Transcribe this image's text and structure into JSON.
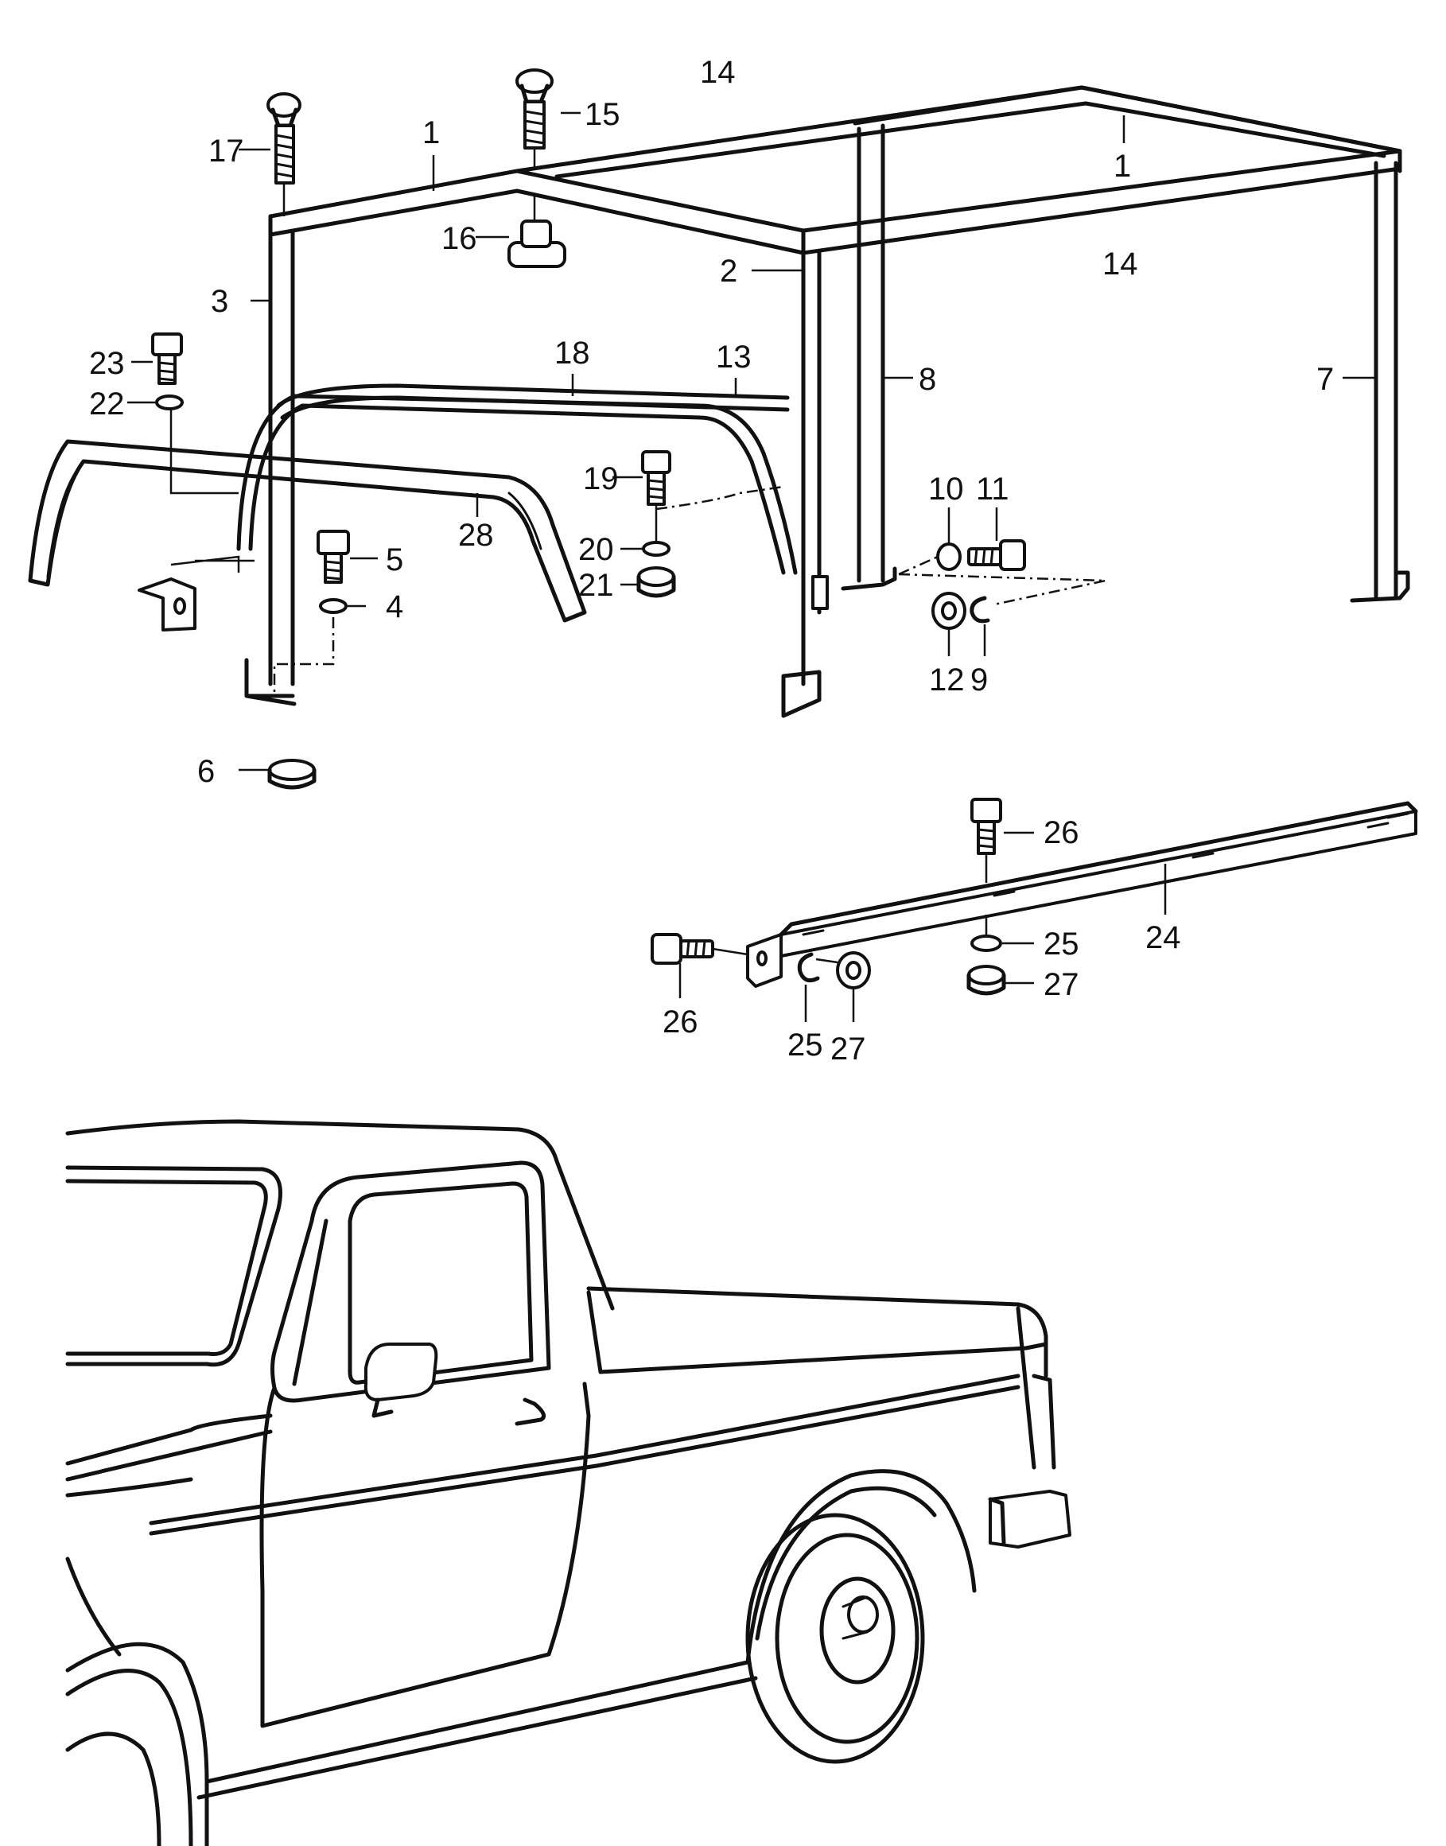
{
  "diagram": {
    "callouts": [
      {
        "id": "c1a",
        "text": "1"
      },
      {
        "id": "c1b",
        "text": "1"
      },
      {
        "id": "c2",
        "text": "2"
      },
      {
        "id": "c3",
        "text": "3"
      },
      {
        "id": "c4",
        "text": "4"
      },
      {
        "id": "c5",
        "text": "5"
      },
      {
        "id": "c6",
        "text": "6"
      },
      {
        "id": "c7",
        "text": "7"
      },
      {
        "id": "c8",
        "text": "8"
      },
      {
        "id": "c9",
        "text": "9"
      },
      {
        "id": "c10",
        "text": "10"
      },
      {
        "id": "c11",
        "text": "11"
      },
      {
        "id": "c12",
        "text": "12"
      },
      {
        "id": "c13",
        "text": "13"
      },
      {
        "id": "c14a",
        "text": "14"
      },
      {
        "id": "c14b",
        "text": "14"
      },
      {
        "id": "c15",
        "text": "15"
      },
      {
        "id": "c16",
        "text": "16"
      },
      {
        "id": "c17",
        "text": "17"
      },
      {
        "id": "c18",
        "text": "18"
      },
      {
        "id": "c19",
        "text": "19"
      },
      {
        "id": "c20",
        "text": "20"
      },
      {
        "id": "c21",
        "text": "21"
      },
      {
        "id": "c22",
        "text": "22"
      },
      {
        "id": "c23",
        "text": "23"
      },
      {
        "id": "c24",
        "text": "24"
      },
      {
        "id": "c25a",
        "text": "25"
      },
      {
        "id": "c25b",
        "text": "25"
      },
      {
        "id": "c26a",
        "text": "26"
      },
      {
        "id": "c26b",
        "text": "26"
      },
      {
        "id": "c27a",
        "text": "27"
      },
      {
        "id": "c27b",
        "text": "27"
      },
      {
        "id": "c28",
        "text": "28"
      }
    ]
  }
}
